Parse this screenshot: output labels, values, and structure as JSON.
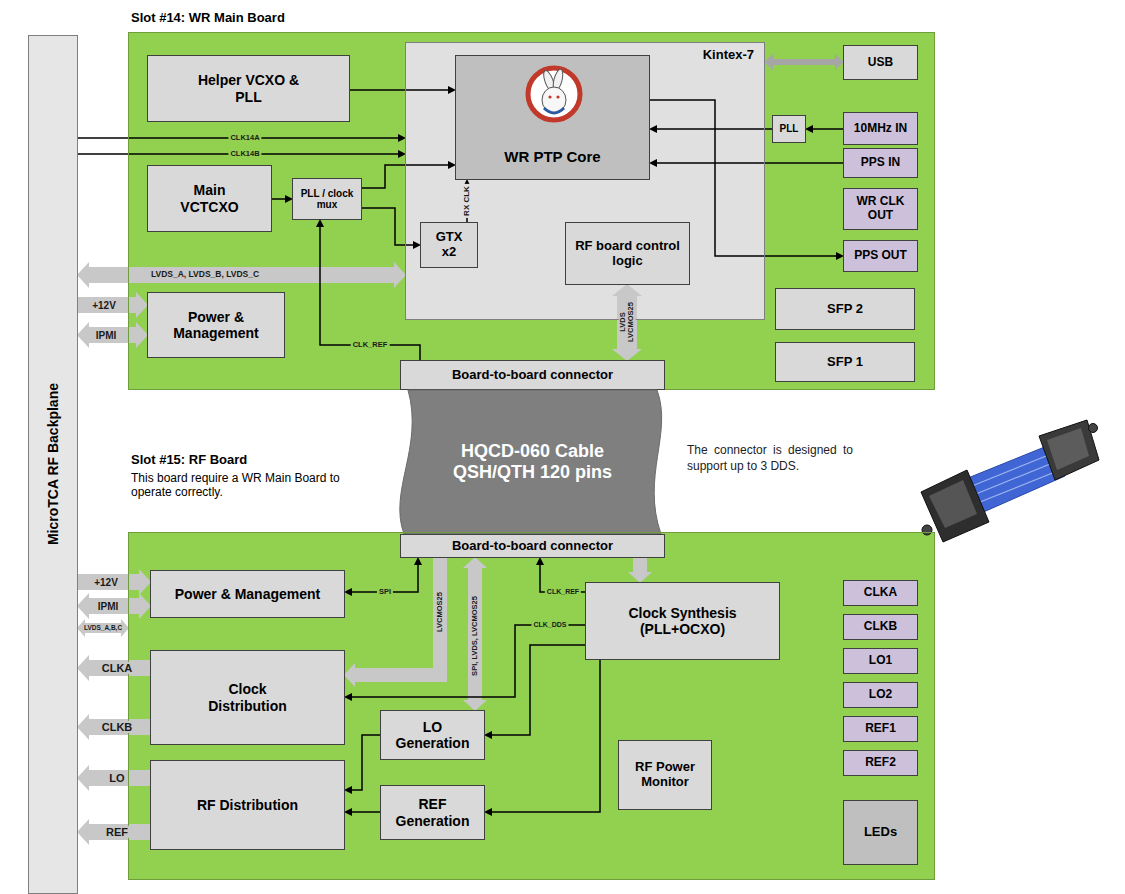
{
  "diagram": {
    "nodes": [
      {
        "text": [
          "MicroTCA RF Backplane"
        ]
      },
      {
        "text": [
          "Slot #14: WR Main Board"
        ]
      },
      {
        "text": [
          "Helper VCXO & PLL"
        ],
        "in": 1
      },
      {
        "text": [
          "Kintex-7"
        ],
        "in": 1
      },
      {
        "text": [
          "WR PTP Core"
        ],
        "in": 3
      },
      {
        "text": [
          "Main VCTCXO"
        ],
        "in": 1
      },
      {
        "text": [
          "PLL / clock mux"
        ],
        "in": 1
      },
      {
        "text": [
          "GTX x2"
        ],
        "in": 3
      },
      {
        "text": [
          "RF board control logic"
        ],
        "in": 3
      },
      {
        "text": [
          "Power & Management"
        ],
        "in": 1
      },
      {
        "text": [
          "Board-to-board connector"
        ],
        "in": 1
      },
      {
        "text": [
          "USB"
        ],
        "in": 1
      },
      {
        "text": [
          "PLL"
        ],
        "in": 1
      },
      {
        "text": [
          "10MHz IN"
        ],
        "in": 1
      },
      {
        "text": [
          "PPS IN"
        ],
        "in": 1
      },
      {
        "text": [
          "WR CLK OUT"
        ],
        "in": 1
      },
      {
        "text": [
          "PPS OUT"
        ],
        "in": 1
      },
      {
        "text": [
          "SFP 2"
        ],
        "in": 1
      },
      {
        "text": [
          "SFP 1"
        ],
        "in": 1
      },
      {
        "text": [
          "HQCD-060 Cable QSH/QTH 120 pins"
        ]
      },
      {
        "text": [
          "Slot #15: RF Board",
          "This board require a WR Main Board to operate correctly."
        ]
      },
      {
        "text": [
          "Board-to-board connector"
        ],
        "in": 20
      },
      {
        "text": [
          "Power & Management"
        ],
        "in": 20
      },
      {
        "text": [
          "Clock Synthesis (PLL+OCXO)"
        ],
        "in": 20
      },
      {
        "text": [
          "Clock Distribution"
        ],
        "in": 20
      },
      {
        "text": [
          "LO Generation"
        ],
        "in": 20
      },
      {
        "text": [
          "REF Generation"
        ],
        "in": 20
      },
      {
        "text": [
          "RF Distribution"
        ],
        "in": 20
      },
      {
        "text": [
          "RF Power Monitor"
        ],
        "in": 20
      },
      {
        "text": [
          "CLKA"
        ],
        "in": 20
      },
      {
        "text": [
          "CLKB"
        ],
        "in": 20
      },
      {
        "text": [
          "LO1"
        ],
        "in": 20
      },
      {
        "text": [
          "LO2"
        ],
        "in": 20
      },
      {
        "text": [
          "REF1"
        ],
        "in": 20
      },
      {
        "text": [
          "REF2"
        ],
        "in": 20
      },
      {
        "text": [
          "LEDs"
        ],
        "in": 20
      }
    ],
    "edges": [
      {
        "from": 2,
        "to": 4,
        "arrow": "to"
      },
      {
        "from": 0,
        "to": 3,
        "label": "CLK14A",
        "arrow": "to"
      },
      {
        "from": 0,
        "to": 3,
        "label": "CLK14B",
        "arrow": "to"
      },
      {
        "from": 5,
        "to": 6,
        "arrow": "to"
      },
      {
        "from": 6,
        "to": 4,
        "arrow": "to"
      },
      {
        "from": 6,
        "to": 7,
        "arrow": "to"
      },
      {
        "from": 7,
        "to": 4,
        "label": "RX CLK",
        "arrow": "to"
      },
      {
        "from": 0,
        "to": 3,
        "label": "LVDS_A, LVDS_B, LVDS_C",
        "arrow": "both"
      },
      {
        "from": 0,
        "to": 9,
        "label": "+12V",
        "arrow": "to"
      },
      {
        "from": 0,
        "to": 9,
        "label": "IPMI",
        "arrow": "both"
      },
      {
        "from": 10,
        "to": 6,
        "label": "CLK_REF",
        "arrow": "to"
      },
      {
        "from": 8,
        "to": 10,
        "label": "LVDS LVCMOS25",
        "arrow": "both"
      },
      {
        "from": 3,
        "to": 11,
        "arrow": "both"
      },
      {
        "from": 13,
        "to": 12,
        "arrow": "to"
      },
      {
        "from": 12,
        "to": 4,
        "arrow": "to"
      },
      {
        "from": 14,
        "to": 4,
        "arrow": "to"
      },
      {
        "from": 4,
        "to": 16,
        "arrow": "to"
      },
      {
        "from": 0,
        "to": 20,
        "label": "LVDS_A,B,C",
        "arrow": "both"
      },
      {
        "from": 0,
        "to": 22,
        "label": "+12V",
        "arrow": "to"
      },
      {
        "from": 0,
        "to": 22,
        "label": "IPMI",
        "arrow": "both"
      },
      {
        "from": 21,
        "to": 22,
        "label": "SPI",
        "arrow": "both"
      },
      {
        "from": 21,
        "to": 24,
        "label": "LVCMOS25",
        "arrow": "to"
      },
      {
        "from": 21,
        "to": 25,
        "label": "SPI, LVDS, LVCMOS25",
        "arrow": "both"
      },
      {
        "from": 23,
        "to": 21,
        "label": "CLK_REF",
        "arrow": "to"
      },
      {
        "from": 21,
        "to": 23,
        "arrow": "to"
      },
      {
        "from": 23,
        "to": 24,
        "label": "CLK_DDS",
        "arrow": "to"
      },
      {
        "from": 23,
        "to": 25,
        "arrow": "to"
      },
      {
        "from": 23,
        "to": 26,
        "arrow": "to"
      },
      {
        "from": 25,
        "to": 27,
        "arrow": "to"
      },
      {
        "from": 26,
        "to": 27,
        "arrow": "to"
      },
      {
        "from": 24,
        "to": 0,
        "label": "CLKA",
        "arrow": "to"
      },
      {
        "from": 24,
        "to": 0,
        "label": "CLKB",
        "arrow": "to"
      },
      {
        "from": 27,
        "to": 0,
        "label": "LO",
        "arrow": "to"
      },
      {
        "from": 27,
        "to": 0,
        "label": "REF",
        "arrow": "to"
      }
    ],
    "labels": [
      "The connector is designed to support up to 3 DDS."
    ]
  }
}
